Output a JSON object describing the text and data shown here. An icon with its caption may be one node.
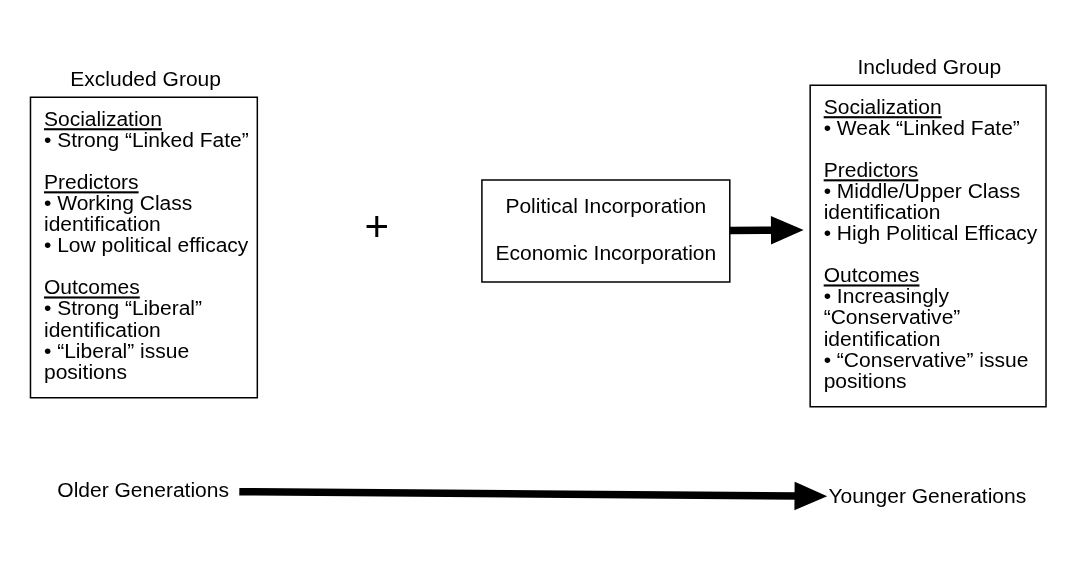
{
  "diagram": {
    "nodes": [
      {
        "text": [
          "Excluded Group",
          "Socialization",
          "• Strong “Linked Fate”",
          "Predictors",
          "• Working Class identification",
          "• Low political efficacy",
          "Outcomes",
          "• Strong “Liberal” identification",
          "• “Liberal” issue positions"
        ]
      },
      {
        "text": [
          "Political Incorporation",
          "Economic Incorporation"
        ]
      },
      {
        "text": [
          "Included Group",
          "Socialization",
          "• Weak “Linked Fate”",
          "Predictors",
          "• Middle/Upper Class identification",
          "• High Political Efficacy",
          "Outcomes",
          "• Increasingly “Conservative” identification",
          "• “Conservative” issue positions"
        ]
      },
      {
        "text": [
          "Older Generations"
        ]
      },
      {
        "text": [
          "Younger Generations"
        ]
      }
    ],
    "edges": [
      {
        "from": 1,
        "to": 2,
        "arrow": "to"
      },
      {
        "from": 3,
        "to": 4,
        "arrow": "to"
      }
    ],
    "labels": [
      "+"
    ]
  }
}
